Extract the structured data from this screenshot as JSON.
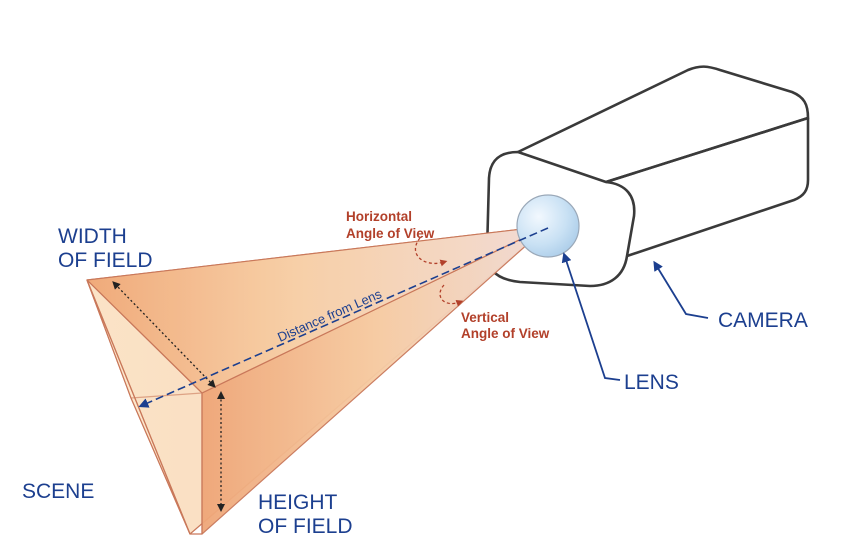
{
  "labels": {
    "width_line1": "WIDTH",
    "width_line2": "OF FIELD",
    "height_line1": "HEIGHT",
    "height_line2": "OF FIELD",
    "scene": "SCENE",
    "camera": "CAMERA",
    "lens": "LENS",
    "horizontal_line1": "Horizontal",
    "horizontal_line2": "Angle of View",
    "vertical_line1": "Vertical",
    "vertical_line2": "Angle of View",
    "distance": "Distance from Lens"
  },
  "colors": {
    "label_blue": "#1c3f8f",
    "label_red": "#b2402a",
    "frustum_edge": "#c9785a",
    "frustum_fill": "#f3b98a",
    "camera_stroke": "#3a3a3a",
    "lens_fill": "#bcd9f0"
  }
}
